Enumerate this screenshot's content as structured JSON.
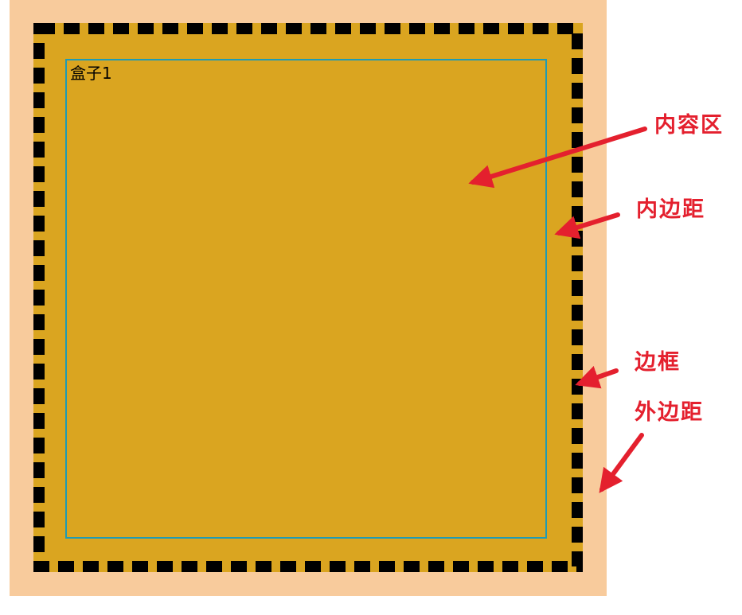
{
  "diagram": {
    "box_label": "盒子1",
    "annotations": {
      "content": "内容区",
      "padding": "内边距",
      "border": "边框",
      "margin": "外边距"
    },
    "colors": {
      "margin": "#f8cb9c",
      "padding": "#daa520",
      "border": "#000000",
      "content_outline": "#1e9bb5",
      "annotation": "#e4202e"
    }
  }
}
